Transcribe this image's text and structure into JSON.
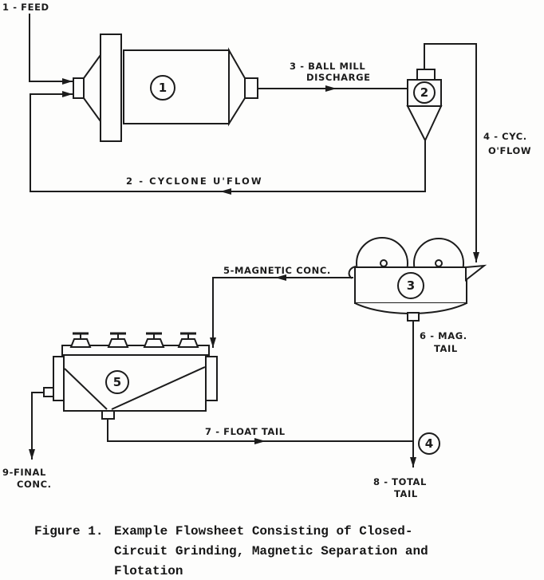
{
  "figure": {
    "caption": {
      "label": "Figure 1.",
      "lines": [
        "Example Flowsheet Consisting of Closed-",
        "Circuit Grinding, Magnetic Separation and",
        "Flotation"
      ]
    },
    "streams": [
      {
        "id": "1",
        "label": "1 - FEED"
      },
      {
        "id": "2",
        "label": "2 - CYCLONE U'FLOW"
      },
      {
        "id": "3",
        "label_line1": "3 - BALL MILL",
        "label_line2": "DISCHARGE"
      },
      {
        "id": "4",
        "label_line1": "4 - CYC.",
        "label_line2": "O'FLOW"
      },
      {
        "id": "5",
        "label": "5-MAGNETIC CONC."
      },
      {
        "id": "6",
        "label_line1": "6 - MAG.",
        "label_line2": "TAIL"
      },
      {
        "id": "7",
        "label": "7 - FLOAT TAIL"
      },
      {
        "id": "8",
        "label_line1": "8 - TOTAL",
        "label_line2": "TAIL"
      },
      {
        "id": "9",
        "label_line1": "9-FINAL",
        "label_line2": "CONC."
      }
    ],
    "equipment": [
      {
        "number": "1",
        "name": "ball-mill"
      },
      {
        "number": "2",
        "name": "cyclone"
      },
      {
        "number": "3",
        "name": "magnetic-separator"
      },
      {
        "number": "4",
        "name": "tails-junction"
      },
      {
        "number": "5",
        "name": "flotation-cell"
      }
    ],
    "colors": {
      "ink": "#1c1c1c",
      "paper": "#fdfdfc"
    }
  }
}
